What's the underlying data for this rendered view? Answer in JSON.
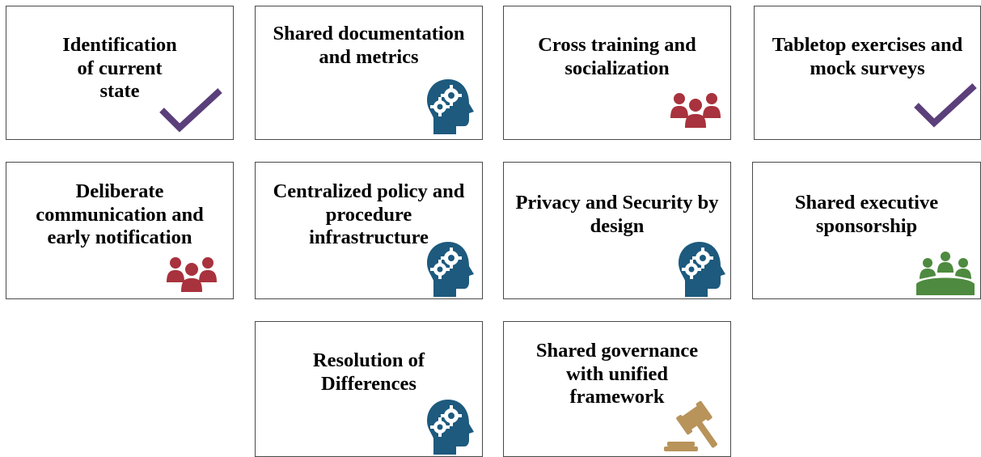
{
  "colors": {
    "check": "#5b3f7a",
    "people_red": "#a8323d",
    "head_blue": "#1d5a7e",
    "people_green": "#4e8a3f",
    "gavel_gold": "#b8935a",
    "border": "#4a4a4a"
  },
  "cards": [
    {
      "label": "Identification of current state",
      "icon": "checkmark-icon"
    },
    {
      "label": "Shared documentation and metrics",
      "icon": "head-gears-icon"
    },
    {
      "label": "Cross training and socialization",
      "icon": "people-group-icon"
    },
    {
      "label": "Tabletop exercises and mock surveys",
      "icon": "checkmark-icon"
    },
    {
      "label": "Deliberate communication and early notification",
      "icon": "people-group-icon"
    },
    {
      "label": "Centralized policy and procedure infrastructure",
      "icon": "head-gears-icon"
    },
    {
      "label": "Privacy and Security by design",
      "icon": "head-gears-icon"
    },
    {
      "label": "Shared executive sponsorship",
      "icon": "meeting-table-icon"
    },
    {
      "label": "Resolution of Differences",
      "icon": "head-gears-icon"
    },
    {
      "label": "Shared governance with unified framework",
      "icon": "gavel-icon"
    }
  ]
}
